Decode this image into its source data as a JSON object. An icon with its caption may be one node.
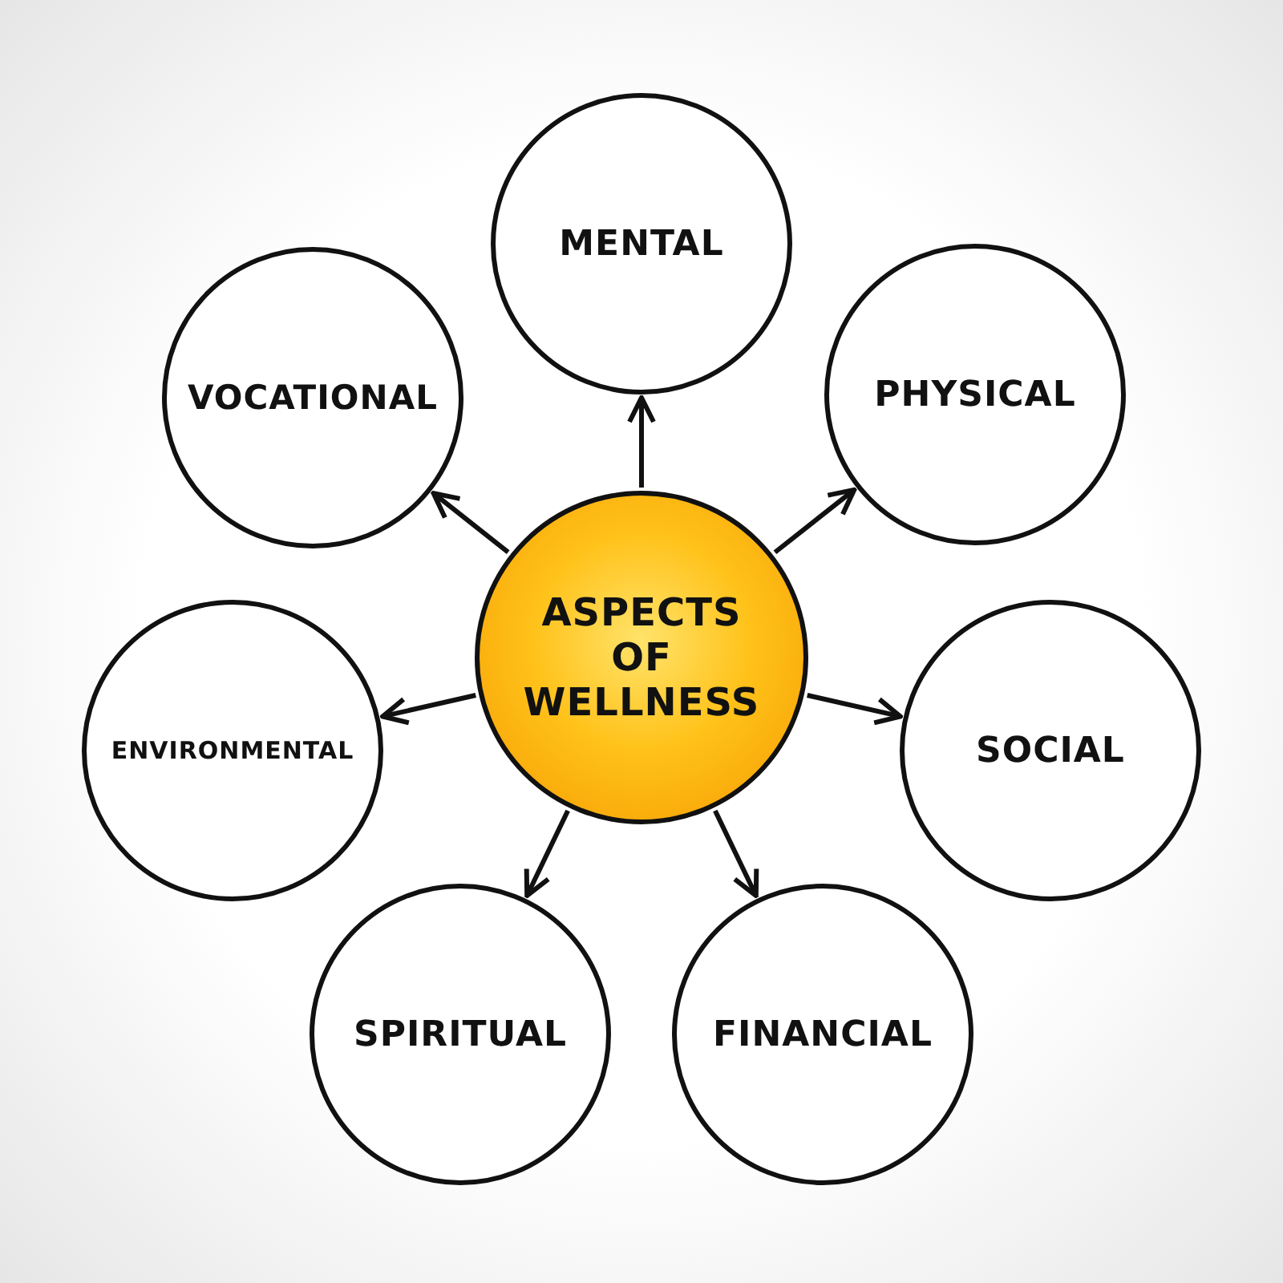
{
  "diagram": {
    "nodes": [
      {
        "text": [
          "ASPECTS OF WELLNESS"
        ]
      },
      {
        "text": [
          "MENTAL"
        ]
      },
      {
        "text": [
          "PHYSICAL"
        ]
      },
      {
        "text": [
          "SOCIAL"
        ]
      },
      {
        "text": [
          "FINANCIAL"
        ]
      },
      {
        "text": [
          "SPIRITUAL"
        ]
      },
      {
        "text": [
          "ENVIRONMENTAL"
        ]
      },
      {
        "text": [
          "VOCATIONAL"
        ]
      }
    ],
    "edges": [
      {
        "from": 0,
        "to": 1,
        "arrow": "to"
      },
      {
        "from": 0,
        "to": 2,
        "arrow": "to"
      },
      {
        "from": 0,
        "to": 3,
        "arrow": "to"
      },
      {
        "from": 0,
        "to": 4,
        "arrow": "to"
      },
      {
        "from": 0,
        "to": 5,
        "arrow": "to"
      },
      {
        "from": 0,
        "to": 6,
        "arrow": "to"
      },
      {
        "from": 0,
        "to": 7,
        "arrow": "to"
      }
    ]
  }
}
